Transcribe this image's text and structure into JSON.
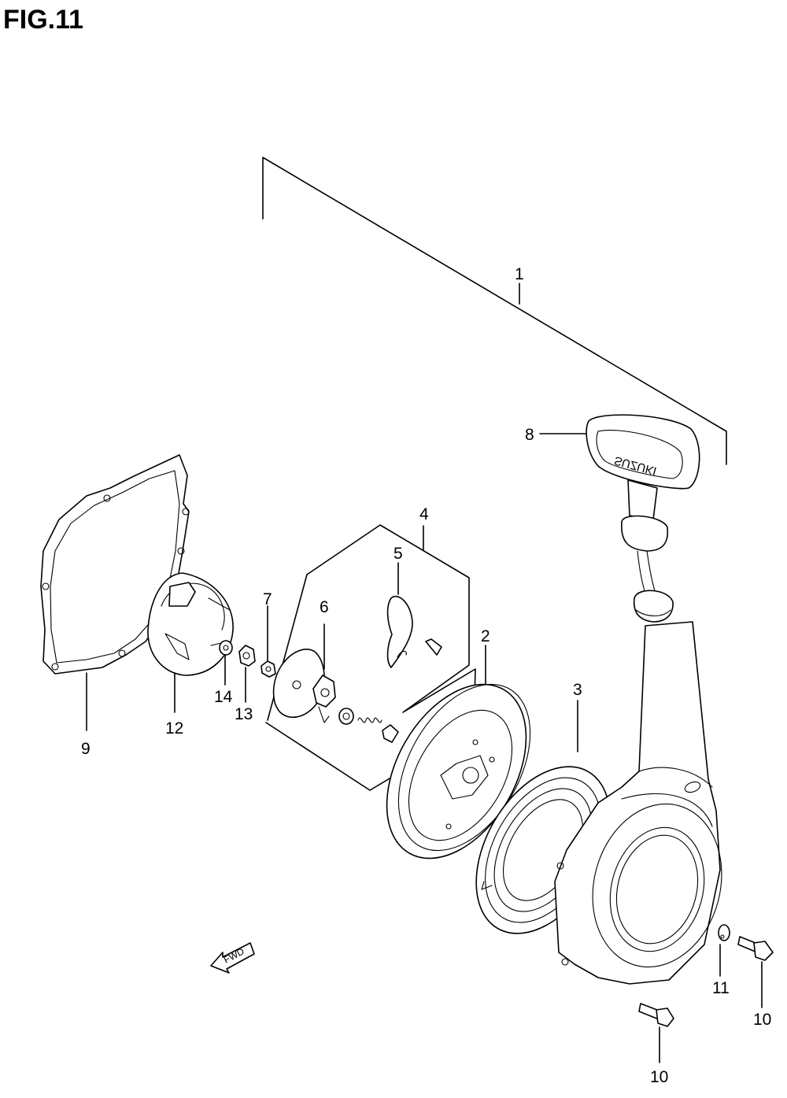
{
  "figure": {
    "title": "FIG.11"
  },
  "callouts": [
    "1",
    "2",
    "3",
    "4",
    "5",
    "6",
    "7",
    "8",
    "9",
    "10",
    "10",
    "11",
    "12",
    "13",
    "14"
  ],
  "handle_brand": "SUZUKI",
  "direction_arrow": "FWD"
}
